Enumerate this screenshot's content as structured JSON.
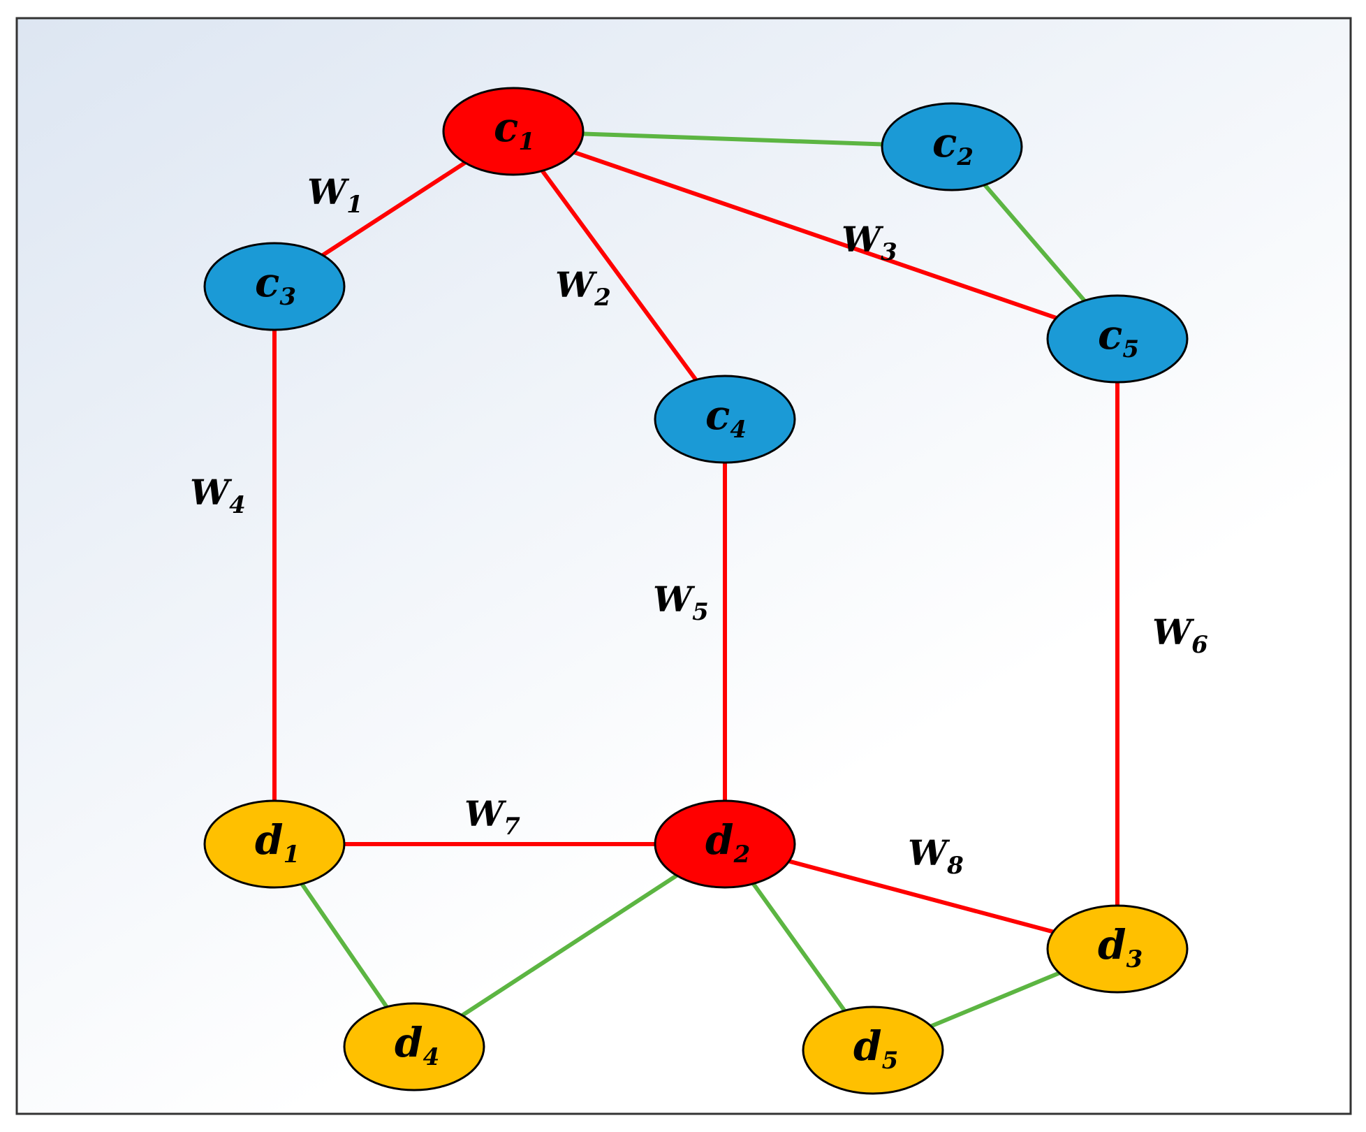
{
  "colors": {
    "highlight_node": "#ff0000",
    "c_node": "#1b9ad6",
    "d_node": "#ffc000",
    "weighted_edge": "#ff0000",
    "plain_edge": "#5cb542",
    "node_outline": "#000000",
    "frame": "#333333",
    "background_top": "#dde6f2",
    "background_bottom": "#ffffff"
  },
  "nodes": [
    {
      "id": "c1",
      "letter": "c",
      "sub": "1",
      "color": "highlight_node"
    },
    {
      "id": "c2",
      "letter": "c",
      "sub": "2",
      "color": "c_node"
    },
    {
      "id": "c3",
      "letter": "c",
      "sub": "3",
      "color": "c_node"
    },
    {
      "id": "c4",
      "letter": "c",
      "sub": "4",
      "color": "c_node"
    },
    {
      "id": "c5",
      "letter": "c",
      "sub": "5",
      "color": "c_node"
    },
    {
      "id": "d1",
      "letter": "d",
      "sub": "1",
      "color": "d_node"
    },
    {
      "id": "d2",
      "letter": "d",
      "sub": "2",
      "color": "highlight_node"
    },
    {
      "id": "d3",
      "letter": "d",
      "sub": "3",
      "color": "d_node"
    },
    {
      "id": "d4",
      "letter": "d",
      "sub": "4",
      "color": "d_node"
    },
    {
      "id": "d5",
      "letter": "d",
      "sub": "5",
      "color": "d_node"
    }
  ],
  "edges": [
    {
      "from": "c1",
      "to": "c2",
      "type": "plain_edge"
    },
    {
      "from": "c2",
      "to": "c5",
      "type": "plain_edge"
    },
    {
      "from": "c1",
      "to": "c3",
      "type": "weighted_edge",
      "letter": "W",
      "sub": "1"
    },
    {
      "from": "c1",
      "to": "c4",
      "type": "weighted_edge",
      "letter": "W",
      "sub": "2"
    },
    {
      "from": "c1",
      "to": "c5",
      "type": "weighted_edge",
      "letter": "W",
      "sub": "3"
    },
    {
      "from": "c3",
      "to": "d1",
      "type": "weighted_edge",
      "letter": "W",
      "sub": "4"
    },
    {
      "from": "c4",
      "to": "d2",
      "type": "weighted_edge",
      "letter": "W",
      "sub": "5"
    },
    {
      "from": "c5",
      "to": "d3",
      "type": "weighted_edge",
      "letter": "W",
      "sub": "6"
    },
    {
      "from": "d1",
      "to": "d2",
      "type": "weighted_edge",
      "letter": "W",
      "sub": "7"
    },
    {
      "from": "d2",
      "to": "d3",
      "type": "weighted_edge",
      "letter": "W",
      "sub": "8"
    },
    {
      "from": "d1",
      "to": "d4",
      "type": "plain_edge"
    },
    {
      "from": "d2",
      "to": "d4",
      "type": "plain_edge"
    },
    {
      "from": "d2",
      "to": "d5",
      "type": "plain_edge"
    },
    {
      "from": "d3",
      "to": "d5",
      "type": "plain_edge"
    }
  ]
}
